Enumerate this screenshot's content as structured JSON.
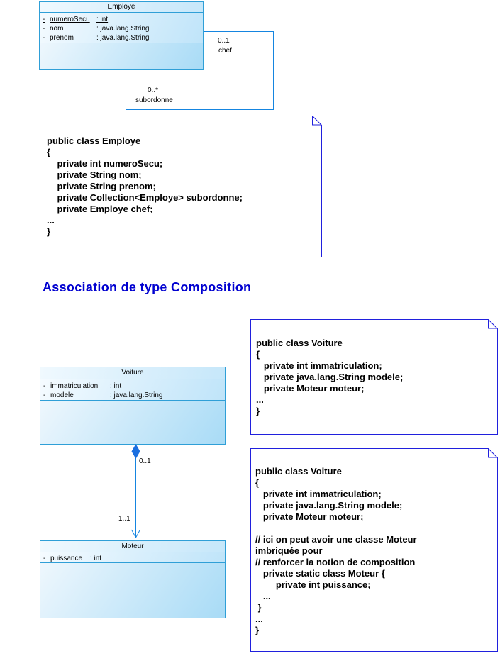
{
  "colors": {
    "class_border": "#2f9fd7",
    "class_fill_light": "#f5fbff",
    "class_fill_dark": "#a8dbf6",
    "association": "#1585e0",
    "diamond": "#1b6fe0",
    "note_border": "#2020dd",
    "note_fill": "#ffffff",
    "heading": "#0101d0",
    "text": "#000000"
  },
  "heading": {
    "text": "Association de type Composition"
  },
  "employe_class": {
    "title": "Employe",
    "attributes": [
      {
        "visibility": "-",
        "name": "numeroSecu",
        "type": ": int"
      },
      {
        "visibility": "-",
        "name": "nom",
        "type": ": java.lang.String"
      },
      {
        "visibility": "-",
        "name": "prenom",
        "type": ": java.lang.String"
      }
    ]
  },
  "self_association": {
    "chef_multiplicity": "0..1",
    "chef_role": "chef",
    "subordonne_multiplicity": "0..*",
    "subordonne_role": "subordonne"
  },
  "voiture_class": {
    "title": "Voiture",
    "attributes": [
      {
        "visibility": "-",
        "name": "immatriculation",
        "type": ": int"
      },
      {
        "visibility": "-",
        "name": "modele",
        "type": ": java.lang.String"
      }
    ]
  },
  "moteur_class": {
    "title": "Moteur",
    "attributes": [
      {
        "visibility": "-",
        "name": "puissance",
        "type": ": int"
      }
    ]
  },
  "composition": {
    "whole_multiplicity": "0..1",
    "part_multiplicity": "1..1"
  },
  "notes": {
    "employe_code": "public class Employe\n{\n    private int numeroSecu;\n    private String nom;\n    private String prenom;\n    private Collection<Employe> subordonne;\n    private Employe chef;\n...\n}",
    "voiture_code": "public class Voiture\n{\n   private int immatriculation;\n   private java.lang.String modele;\n   private Moteur moteur;\n...\n}",
    "voiture_nested_code": "public class Voiture\n{\n   private int immatriculation;\n   private java.lang.String modele;\n   private Moteur moteur;\n\n// ici on peut avoir une classe Moteur\nimbriquée pour\n// renforcer la notion de composition\n   private static class Moteur {\n        private int puissance;\n   ...\n }\n...\n}"
  }
}
